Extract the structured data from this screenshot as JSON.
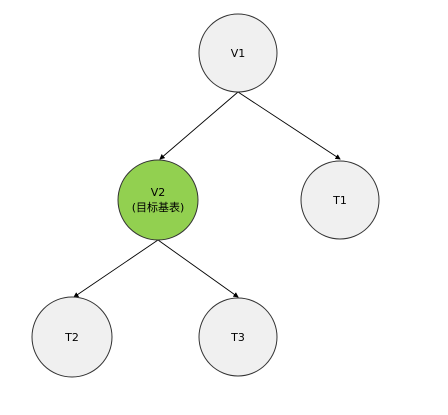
{
  "colors": {
    "node_fill": "#f0f0f0",
    "node_stroke": "#333333",
    "highlight_fill": "#92d050",
    "edge": "#000000",
    "text": "#000000"
  },
  "nodes": {
    "v1": {
      "label": "V1"
    },
    "v2": {
      "label": "V2",
      "sublabel": "(目标基表)"
    },
    "t1": {
      "label": "T1"
    },
    "t2": {
      "label": "T2"
    },
    "t3": {
      "label": "T3"
    }
  },
  "edges": [
    {
      "from": "V1",
      "to": "V2"
    },
    {
      "from": "V1",
      "to": "T1"
    },
    {
      "from": "V2",
      "to": "T2"
    },
    {
      "from": "V2",
      "to": "T3"
    }
  ]
}
